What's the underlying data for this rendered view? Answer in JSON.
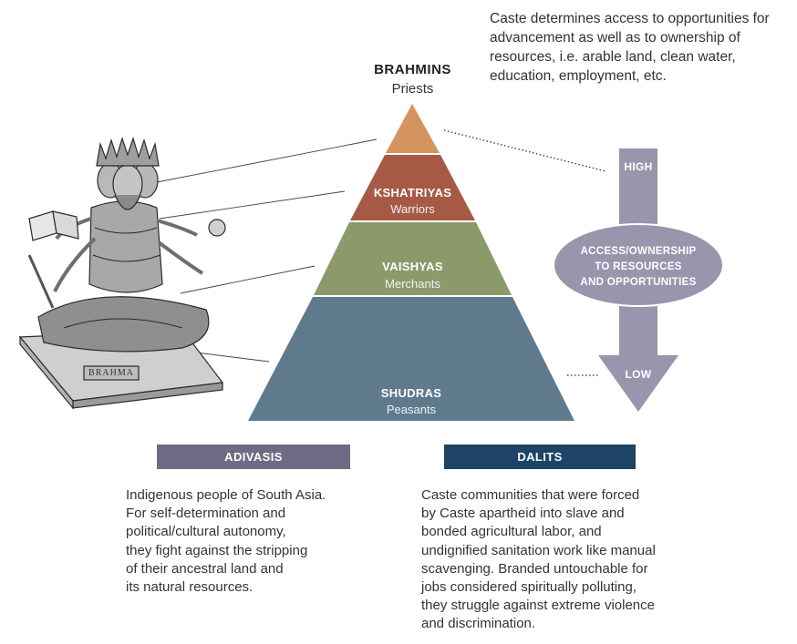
{
  "intro_text": "Caste determines access to opportunities for advancement as well as to ownership of resources, i.e. arable land, clean water, education, employment, etc.",
  "tiers": [
    {
      "name": "BRAHMINS",
      "role": "Priests",
      "color": "#d4935f"
    },
    {
      "name": "KSHATRIYAS",
      "role": "Warriors",
      "color": "#a65a45"
    },
    {
      "name": "VAISHYAS",
      "role": "Merchants",
      "color": "#8c9a6b"
    },
    {
      "name": "SHUDRAS",
      "role": "Peasants",
      "color": "#5f7a8d"
    }
  ],
  "arrow": {
    "high_label": "HIGH",
    "center_label": [
      "ACCESS/OWNERSHIP",
      "TO RESOURCES",
      "AND OPPORTUNITIES"
    ],
    "low_label": "LOW",
    "color": "#9a94ad"
  },
  "groups": [
    {
      "label": "ADIVASIS",
      "color": "#6f6b85",
      "description": [
        "Indigenous people of South Asia.",
        "For self-determination and",
        "political/cultural autonomy,",
        "they fight against the stripping",
        "of their ancestral land and",
        "its natural resources."
      ]
    },
    {
      "label": "DALITS",
      "color": "#1d4466",
      "description": [
        "Caste communities that were forced",
        "by Caste apartheid into slave and",
        "bonded agricultural labor, and",
        "undignified sanitation work like manual",
        "scavenging. Branded untouchable for",
        "jobs considered spiritually polluting,",
        "they struggle against extreme violence",
        "and discrimination."
      ]
    }
  ],
  "illustration": {
    "plaque_text": "BRAHMA"
  }
}
